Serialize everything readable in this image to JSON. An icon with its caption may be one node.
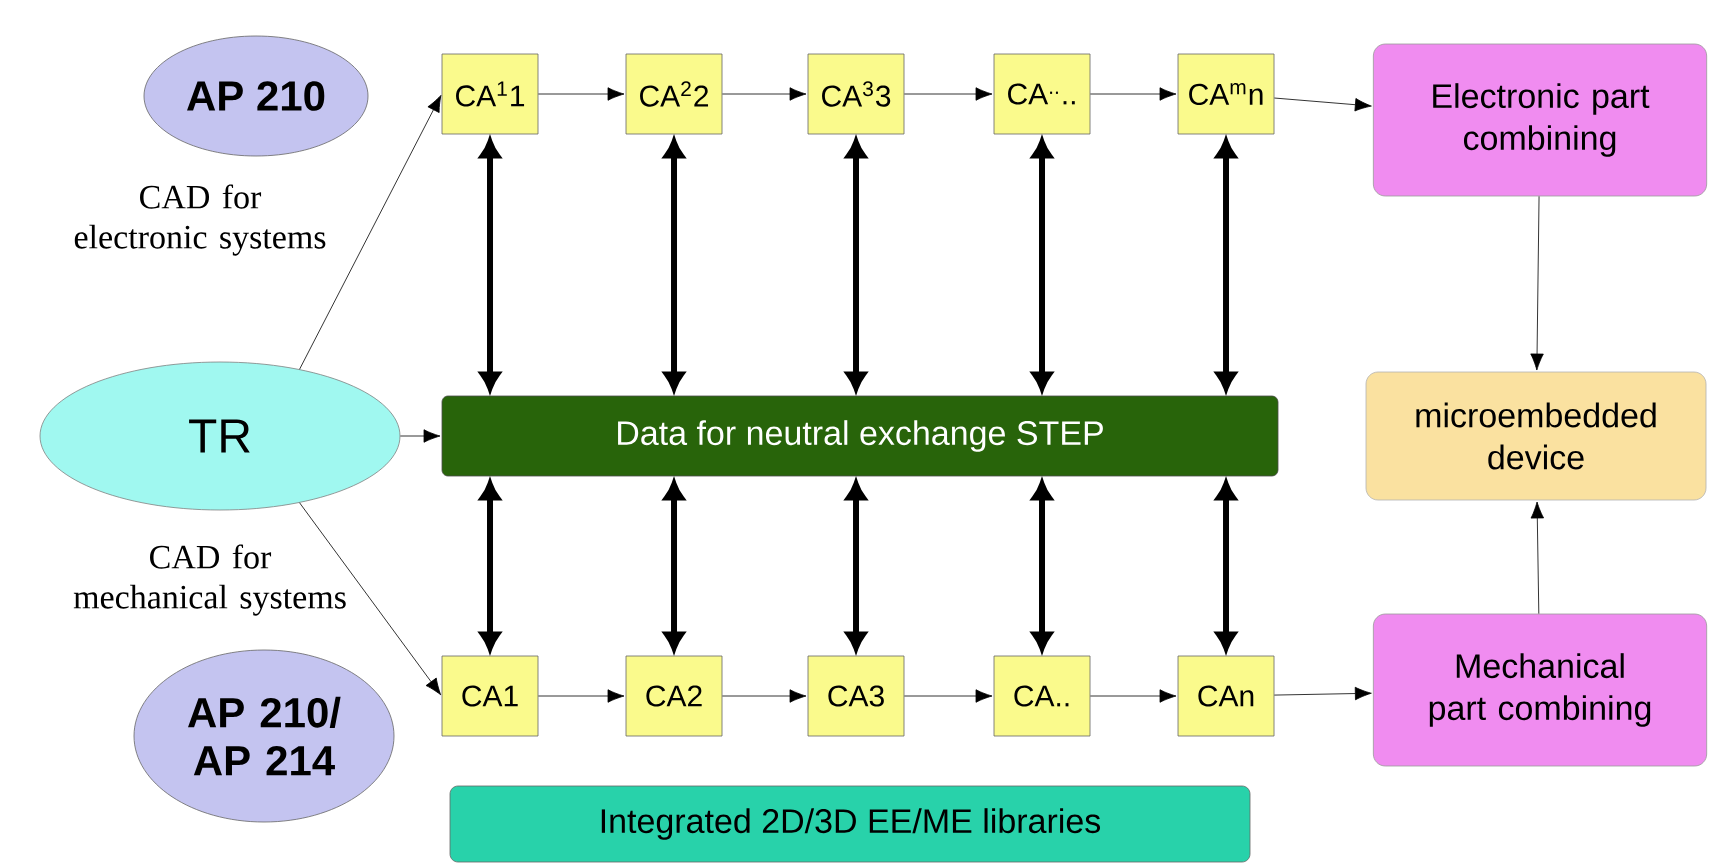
{
  "diagram": {
    "nodes": [
      {
        "text": [
          "AP 210"
        ],
        "beside": [
          "CAD for electronic systems"
        ]
      },
      {
        "text": [
          "TR"
        ]
      },
      {
        "text": [
          "AP 210/ AP 214"
        ],
        "beside": [
          "CAD for mechanical systems"
        ]
      },
      {
        "text": [
          "CA$^{1}$1"
        ]
      },
      {
        "text": [
          "CA$^{2}$2"
        ]
      },
      {
        "text": [
          "CA$^{3}$3"
        ]
      },
      {
        "text": [
          "CA$^{..}$.."
        ]
      },
      {
        "text": [
          "CA$^{m}$n"
        ]
      },
      {
        "text": [
          "Data for neutral exchange STEP"
        ]
      },
      {
        "text": [
          "CA1"
        ]
      },
      {
        "text": [
          "CA2"
        ]
      },
      {
        "text": [
          "CA3"
        ]
      },
      {
        "text": [
          "CA.."
        ]
      },
      {
        "text": [
          "CAn"
        ]
      },
      {
        "text": [
          "Electronic part combining"
        ]
      },
      {
        "text": [
          "microembedded device"
        ]
      },
      {
        "text": [
          "Mechanical part combining"
        ]
      },
      {
        "text": [
          "Integrated 2D/3D EE/ME libraries"
        ]
      }
    ],
    "edges": [
      {
        "from": 1,
        "to": 3,
        "arrow": "to"
      },
      {
        "from": 1,
        "to": 8,
        "arrow": "to"
      },
      {
        "from": 1,
        "to": 9,
        "arrow": "to"
      },
      {
        "from": 3,
        "to": 4,
        "arrow": "to"
      },
      {
        "from": 4,
        "to": 5,
        "arrow": "to"
      },
      {
        "from": 5,
        "to": 6,
        "arrow": "to"
      },
      {
        "from": 6,
        "to": 7,
        "arrow": "to"
      },
      {
        "from": 7,
        "to": 14,
        "arrow": "to"
      },
      {
        "from": 3,
        "to": 8,
        "arrow": "both",
        "style": "thick"
      },
      {
        "from": 4,
        "to": 8,
        "arrow": "both",
        "style": "thick"
      },
      {
        "from": 5,
        "to": 8,
        "arrow": "both",
        "style": "thick"
      },
      {
        "from": 6,
        "to": 8,
        "arrow": "both",
        "style": "thick"
      },
      {
        "from": 7,
        "to": 8,
        "arrow": "both",
        "style": "thick"
      },
      {
        "from": 8,
        "to": 9,
        "arrow": "both",
        "style": "thick"
      },
      {
        "from": 8,
        "to": 10,
        "arrow": "both",
        "style": "thick"
      },
      {
        "from": 8,
        "to": 11,
        "arrow": "both",
        "style": "thick"
      },
      {
        "from": 8,
        "to": 12,
        "arrow": "both",
        "style": "thick"
      },
      {
        "from": 8,
        "to": 13,
        "arrow": "both",
        "style": "thick"
      },
      {
        "from": 9,
        "to": 10,
        "arrow": "to"
      },
      {
        "from": 10,
        "to": 11,
        "arrow": "to"
      },
      {
        "from": 11,
        "to": 12,
        "arrow": "to"
      },
      {
        "from": 12,
        "to": 13,
        "arrow": "to"
      },
      {
        "from": 13,
        "to": 16,
        "arrow": "to"
      },
      {
        "from": 14,
        "to": 15,
        "arrow": "to"
      },
      {
        "from": 16,
        "to": 15,
        "arrow": "to"
      }
    ]
  }
}
